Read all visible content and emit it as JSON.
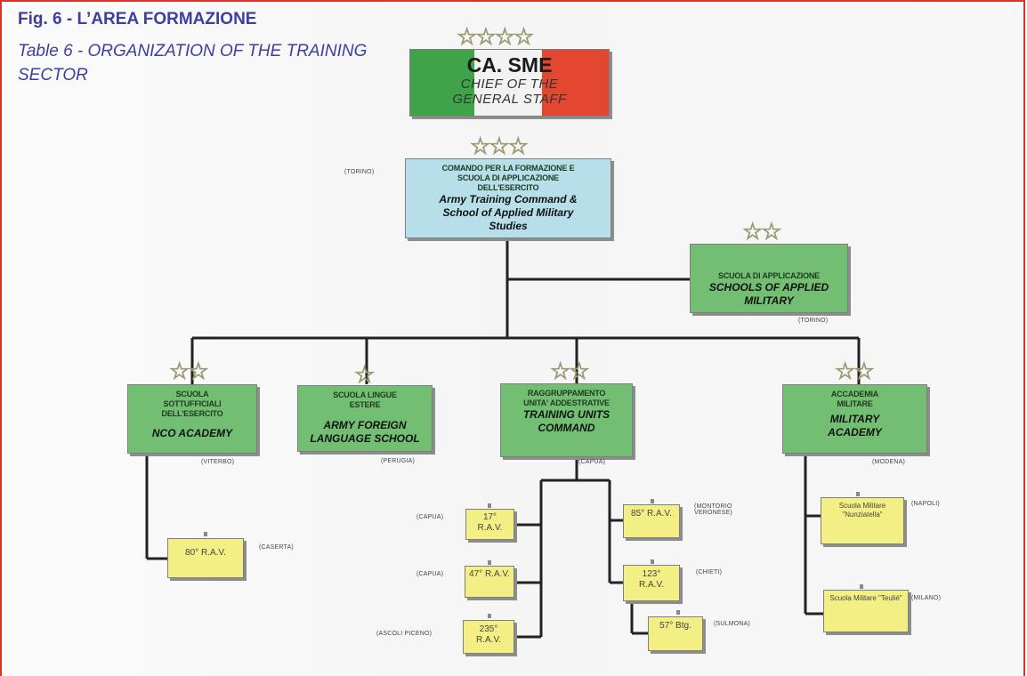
{
  "caption": {
    "title": "Fig. 6 - L’AREA FORMAZIONE",
    "subtitle": "Table 6 - ORGANIZATION OF THE TRAINING SECTOR"
  },
  "colors": {
    "border": "#d9342b",
    "caption": "#3d3f9e",
    "green": "#72bf73",
    "blue": "#b6dfe9",
    "yellow": "#f3ef84"
  },
  "top": {
    "line1": "CA. SME",
    "line2": "CHIEF OF THE",
    "line3": "GENERAL STAFF",
    "stars": "☆☆☆☆"
  },
  "command": {
    "it": "COMANDO PER LA FORMAZIONE E SCUOLA DI APPLICAZIONE DELL'ESERCITO",
    "en": "Army Training Command & School of Applied Military Studies",
    "location": "(TORINO)",
    "stars": "☆☆☆"
  },
  "applied": {
    "it": "SCUOLA DI APPLICAZIONE",
    "en": "SCHOOLS OF APPLIED MILITARY",
    "location": "(TORINO)",
    "stars": "☆☆"
  },
  "units": {
    "nco": {
      "it": "SCUOLA SOTTUFFICIALI DELL'ESERCITO",
      "en": "NCO ACADEMY",
      "location": "(VITERBO)",
      "stars": "☆☆"
    },
    "lang": {
      "it": "SCUOLA LINGUE ESTERE",
      "en": "ARMY FOREIGN LANGUAGE SCHOOL",
      "location": "(PERUGIA)",
      "stars": "☆"
    },
    "tuc": {
      "it": "RAGGRUPPAMENTO UNITA' ADDESTRATIVE",
      "en": "TRAINING UNITS COMMAND",
      "location": "(CAPUA)",
      "stars": "☆☆"
    },
    "academy": {
      "it": "ACCADEMIA MILITARE",
      "en": "MILITARY ACADEMY",
      "location": "(MODENA)",
      "stars": "☆☆"
    }
  },
  "rav": {
    "r80": {
      "label": "80° R.A.V.",
      "location": "(CASERTA)"
    },
    "r17": {
      "label": "17° R.A.V.",
      "location": "(CAPUA)"
    },
    "r47": {
      "label": "47° R.A.V.",
      "location": "(CAPUA)"
    },
    "r235": {
      "label": "235° R.A.V.",
      "location": "(ASCOLI PICENO)"
    },
    "r85": {
      "label": "85° R.A.V.",
      "location": "(MONTORIO VERONESE)"
    },
    "r123": {
      "label": "123° R.A.V.",
      "location": "(CHIETI)"
    },
    "b57": {
      "label": "57° Btg.",
      "location": "(SULMONA)"
    }
  },
  "schools": {
    "nunziatella": {
      "label": "Scuola Militare \"Nunziatella\"",
      "location": "(NAPOLI)"
    },
    "teulie": {
      "label": "Scuola Militare \"Teulié\"",
      "location": "(MILANO)"
    }
  }
}
